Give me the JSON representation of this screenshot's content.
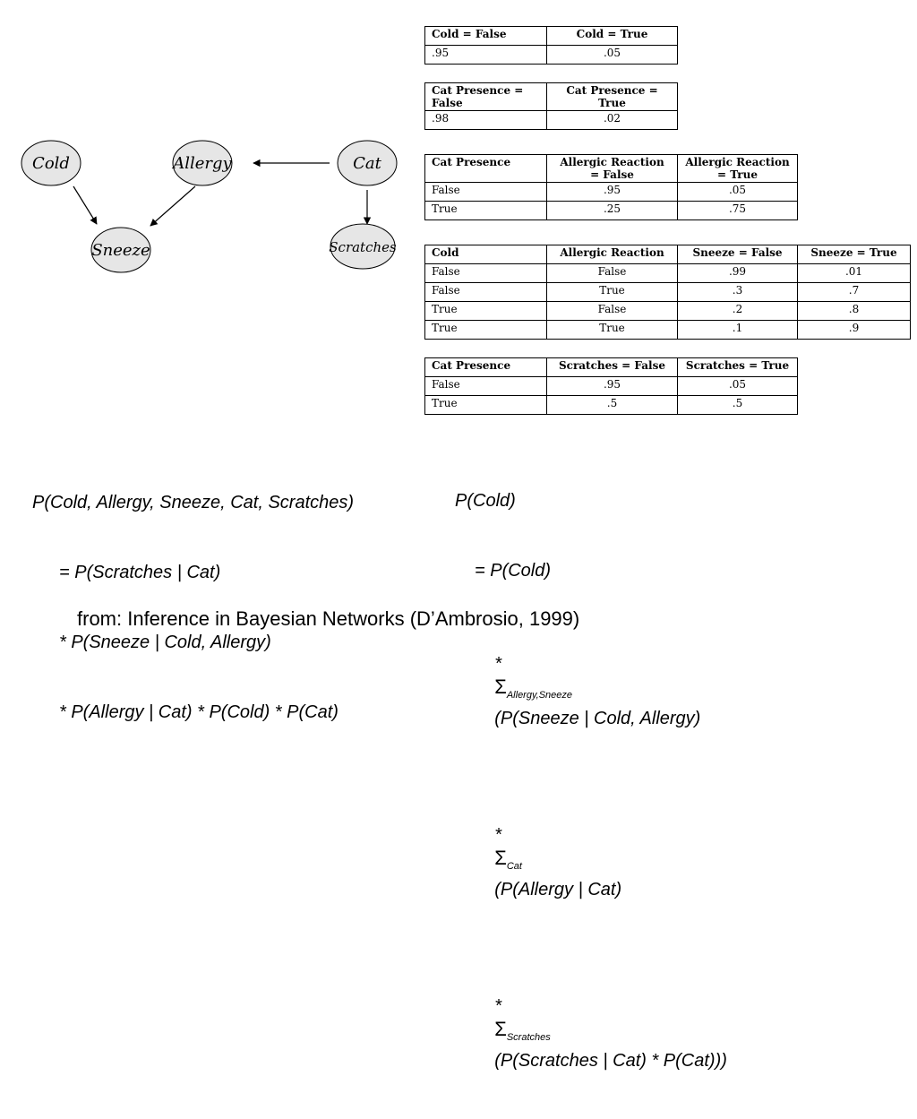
{
  "graph": {
    "nodes": {
      "cold": "Cold",
      "allergy": "Allergy",
      "cat": "Cat",
      "sneeze": "Sneeze",
      "scratches": "Scratches"
    }
  },
  "tables": {
    "cold": {
      "headers": [
        "Cold = False",
        "Cold = True"
      ],
      "row": [
        ".95",
        ".05"
      ]
    },
    "cat_presence": {
      "header_false_1": "Cat Presence =",
      "header_false_2": "False",
      "header_true_1": "Cat Presence =",
      "header_true_2": "True",
      "row": [
        ".98",
        ".02"
      ]
    },
    "allergic": {
      "h0": "Cat Presence",
      "h1_1": "Allergic Reaction",
      "h1_2": "= False",
      "h2_1": "Allergic Reaction",
      "h2_2": "= True",
      "rows": [
        [
          "False",
          ".95",
          ".05"
        ],
        [
          "True",
          ".25",
          ".75"
        ]
      ]
    },
    "sneeze": {
      "headers": [
        "Cold",
        "Allergic Reaction",
        "Sneeze = False",
        "Sneeze = True"
      ],
      "rows": [
        [
          "False",
          "False",
          ".99",
          ".01"
        ],
        [
          "False",
          "True",
          ".3",
          ".7"
        ],
        [
          "True",
          "False",
          ".2",
          ".8"
        ],
        [
          "True",
          "True",
          ".1",
          ".9"
        ]
      ]
    },
    "scratches": {
      "headers": [
        "Cat Presence",
        "Scratches = False",
        "Scratches = True"
      ],
      "rows": [
        [
          "False",
          ".95",
          ".05"
        ],
        [
          "True",
          ".5",
          ".5"
        ]
      ]
    }
  },
  "formula_left": {
    "line1": "P(Cold, Allergy, Sneeze, Cat, Scratches)",
    "line2": "= P(Scratches | Cat)",
    "line3": "* P(Sneeze | Cold, Allergy)",
    "line4": "* P(Allergy | Cat) * P(Cold) * P(Cat)"
  },
  "formula_right": {
    "line1": "P(Cold)",
    "line2": "= P(Cold)",
    "line3_prefix": "*",
    "line3_sigma": "Σ",
    "line3_sub": "Allergy,Sneeze",
    "line3_rest": "(P(Sneeze | Cold, Allergy)",
    "line4_prefix": "*",
    "line4_sigma": "Σ",
    "line4_sub": "Cat",
    "line4_rest": "(P(Allergy | Cat)",
    "line5_prefix": "*",
    "line5_sigma": "Σ",
    "line5_sub": "Scratches",
    "line5_rest": "(P(Scratches | Cat) * P(Cat)))"
  },
  "citation": "from: Inference in Bayesian Networks (D’Ambrosio, 1999)"
}
